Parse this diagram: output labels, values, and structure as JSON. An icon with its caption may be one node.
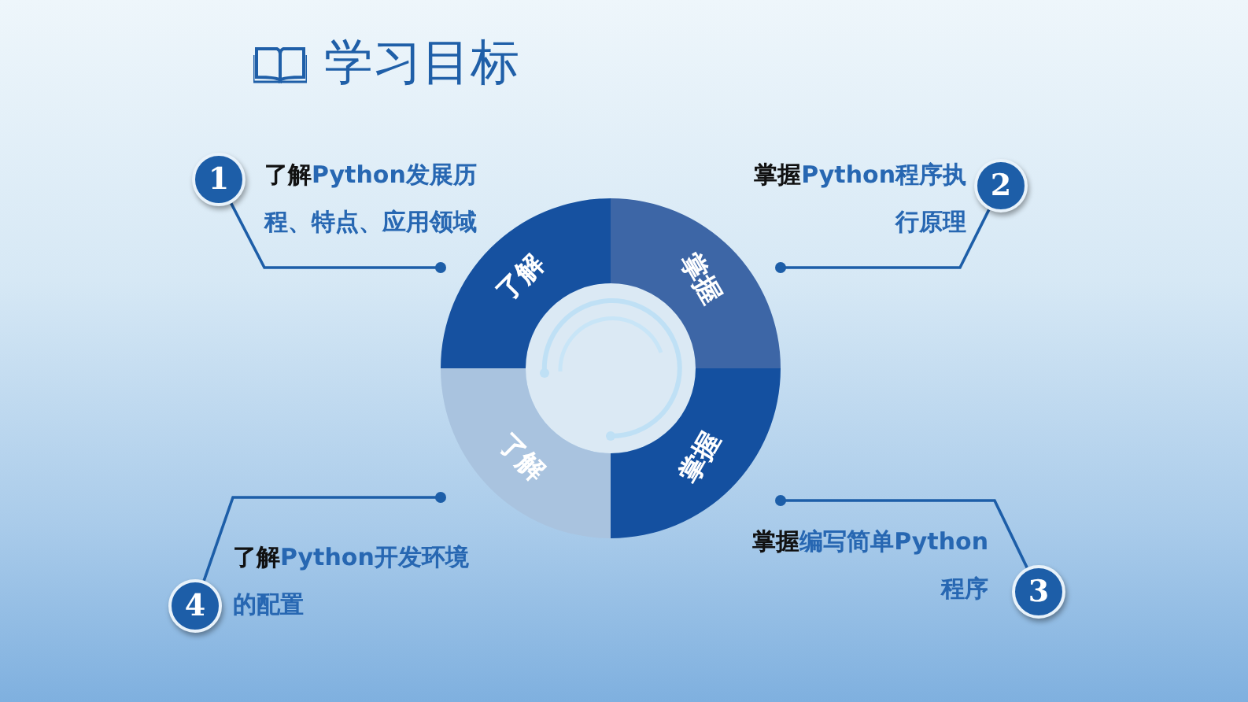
{
  "diagram": {
    "title": "学习目标",
    "nodes": [
      {
        "text": [
          "了解"
        ]
      },
      {
        "text": [
          "掌握"
        ]
      },
      {
        "text": [
          "掌握"
        ]
      },
      {
        "text": [
          "了解"
        ]
      },
      {
        "text": [
          "1"
        ]
      },
      {
        "text": [
          "2"
        ]
      },
      {
        "text": [
          "3"
        ]
      },
      {
        "text": [
          "4"
        ]
      }
    ],
    "labels": [
      "**了解**Python发展历程、特点、应用领域",
      "**掌握**Python程序执行原理",
      "**了解**Python开发环境的配置",
      "**掌握**编写简单Python程序"
    ],
    "edges": [
      {
        "from": 4,
        "to": 0,
        "arrow": "other"
      },
      {
        "from": 5,
        "to": 1,
        "arrow": "other"
      },
      {
        "from": 6,
        "to": 2,
        "arrow": "other"
      },
      {
        "from": 7,
        "to": 3,
        "arrow": "other"
      }
    ]
  }
}
